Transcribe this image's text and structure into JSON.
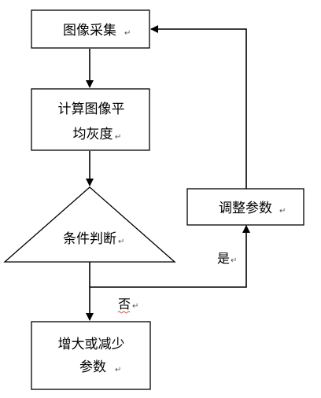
{
  "nodes": {
    "acquire": {
      "text": "图像采集"
    },
    "compute": {
      "line1": "计算图像平",
      "line2": "均灰度"
    },
    "condition": {
      "text": "条件判断"
    },
    "adjust": {
      "text": "调整参数"
    },
    "change": {
      "line1": "增大或减少",
      "line2": "参数"
    }
  },
  "edges": {
    "yes_label": "是",
    "no_label": "否"
  },
  "marks": {
    "paragraph": "↵"
  },
  "colors": {
    "line": "#000000",
    "fill": "#ffffff",
    "spellcheck_underline": "#d04848"
  }
}
